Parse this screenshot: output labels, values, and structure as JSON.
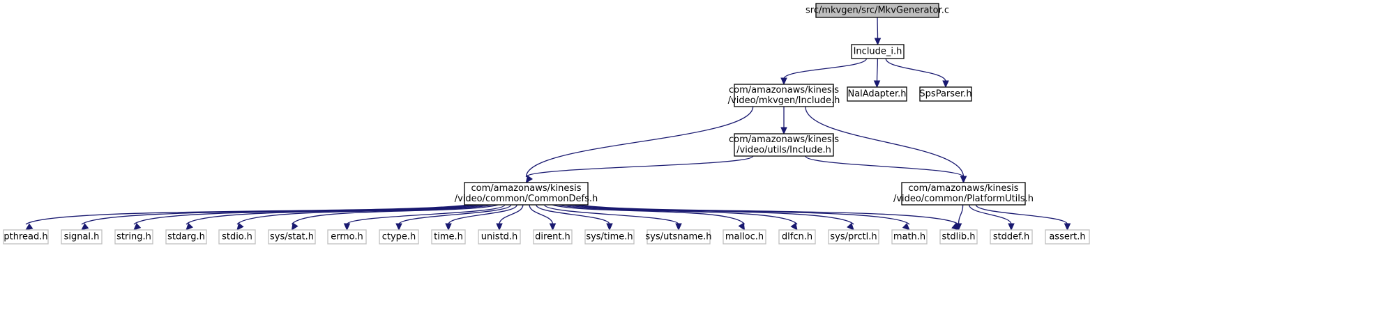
{
  "colors": {
    "edge": "#191970",
    "root_fill": "#bfbfbf",
    "root_stroke": "#000000",
    "local_stroke": "#000000",
    "system_stroke": "#bfbfbf",
    "fill": "#ffffff"
  },
  "nodes": [
    {
      "id": "root",
      "lines": [
        "src/mkvgen/src/MkvGenerator.c"
      ],
      "kind": "root"
    },
    {
      "id": "include_i",
      "lines": [
        "Include_i.h"
      ],
      "kind": "local"
    },
    {
      "id": "mkvgen_include",
      "lines": [
        "com/amazonaws/kinesis",
        "/video/mkvgen/Include.h"
      ],
      "kind": "local"
    },
    {
      "id": "naladapter",
      "lines": [
        "NalAdapter.h"
      ],
      "kind": "local"
    },
    {
      "id": "spsparser",
      "lines": [
        "SpsParser.h"
      ],
      "kind": "local"
    },
    {
      "id": "utils_include",
      "lines": [
        "com/amazonaws/kinesis",
        "/video/utils/Include.h"
      ],
      "kind": "local"
    },
    {
      "id": "commondefs",
      "lines": [
        "com/amazonaws/kinesis",
        "/video/common/CommonDefs.h"
      ],
      "kind": "local"
    },
    {
      "id": "platformutils",
      "lines": [
        "com/amazonaws/kinesis",
        "/video/common/PlatformUtils.h"
      ],
      "kind": "local"
    },
    {
      "id": "pthread",
      "lines": [
        "pthread.h"
      ],
      "kind": "system"
    },
    {
      "id": "signal",
      "lines": [
        "signal.h"
      ],
      "kind": "system"
    },
    {
      "id": "string",
      "lines": [
        "string.h"
      ],
      "kind": "system"
    },
    {
      "id": "stdarg",
      "lines": [
        "stdarg.h"
      ],
      "kind": "system"
    },
    {
      "id": "stdio",
      "lines": [
        "stdio.h"
      ],
      "kind": "system"
    },
    {
      "id": "sysstat",
      "lines": [
        "sys/stat.h"
      ],
      "kind": "system"
    },
    {
      "id": "errno",
      "lines": [
        "errno.h"
      ],
      "kind": "system"
    },
    {
      "id": "ctype",
      "lines": [
        "ctype.h"
      ],
      "kind": "system"
    },
    {
      "id": "time",
      "lines": [
        "time.h"
      ],
      "kind": "system"
    },
    {
      "id": "unistd",
      "lines": [
        "unistd.h"
      ],
      "kind": "system"
    },
    {
      "id": "dirent",
      "lines": [
        "dirent.h"
      ],
      "kind": "system"
    },
    {
      "id": "systime",
      "lines": [
        "sys/time.h"
      ],
      "kind": "system"
    },
    {
      "id": "sysutsname",
      "lines": [
        "sys/utsname.h"
      ],
      "kind": "system"
    },
    {
      "id": "malloc",
      "lines": [
        "malloc.h"
      ],
      "kind": "system"
    },
    {
      "id": "dlfcn",
      "lines": [
        "dlfcn.h"
      ],
      "kind": "system"
    },
    {
      "id": "sysprctl",
      "lines": [
        "sys/prctl.h"
      ],
      "kind": "system"
    },
    {
      "id": "math",
      "lines": [
        "math.h"
      ],
      "kind": "system"
    },
    {
      "id": "stdlib",
      "lines": [
        "stdlib.h"
      ],
      "kind": "system"
    },
    {
      "id": "stddef",
      "lines": [
        "stddef.h"
      ],
      "kind": "system"
    },
    {
      "id": "assert",
      "lines": [
        "assert.h"
      ],
      "kind": "system"
    }
  ],
  "edges": [
    [
      "root",
      "include_i"
    ],
    [
      "include_i",
      "mkvgen_include"
    ],
    [
      "include_i",
      "naladapter"
    ],
    [
      "include_i",
      "spsparser"
    ],
    [
      "mkvgen_include",
      "utils_include"
    ],
    [
      "mkvgen_include",
      "commondefs"
    ],
    [
      "mkvgen_include",
      "platformutils"
    ],
    [
      "utils_include",
      "commondefs"
    ],
    [
      "utils_include",
      "platformutils"
    ],
    [
      "commondefs",
      "pthread"
    ],
    [
      "commondefs",
      "signal"
    ],
    [
      "commondefs",
      "string"
    ],
    [
      "commondefs",
      "stdarg"
    ],
    [
      "commondefs",
      "stdio"
    ],
    [
      "commondefs",
      "sysstat"
    ],
    [
      "commondefs",
      "errno"
    ],
    [
      "commondefs",
      "ctype"
    ],
    [
      "commondefs",
      "time"
    ],
    [
      "commondefs",
      "unistd"
    ],
    [
      "commondefs",
      "dirent"
    ],
    [
      "commondefs",
      "systime"
    ],
    [
      "commondefs",
      "sysutsname"
    ],
    [
      "commondefs",
      "malloc"
    ],
    [
      "commondefs",
      "dlfcn"
    ],
    [
      "commondefs",
      "sysprctl"
    ],
    [
      "commondefs",
      "math"
    ],
    [
      "commondefs",
      "stdlib"
    ],
    [
      "platformutils",
      "stdlib"
    ],
    [
      "platformutils",
      "stddef"
    ],
    [
      "platformutils",
      "assert"
    ]
  ]
}
